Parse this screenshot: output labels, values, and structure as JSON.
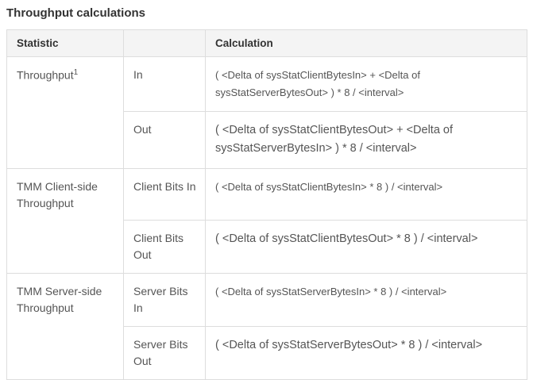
{
  "page": {
    "title": "Throughput calculations"
  },
  "table": {
    "headers": [
      "Statistic",
      "",
      "Calculation"
    ],
    "groups": [
      {
        "statistic": "Throughput",
        "statistic_sup": "1",
        "rows": [
          {
            "label": "In",
            "calculation": "( <Delta of sysStatClientBytesIn> + <Delta of sysStatServerBytesOut> ) * 8 / <interval>"
          },
          {
            "label": "Out",
            "calculation": "( <Delta of sysStatClientBytesOut> + <Delta of sysStatServerBytesIn> ) * 8 / <interval>"
          }
        ]
      },
      {
        "statistic": "TMM Client-side Throughput",
        "rows": [
          {
            "label": "Client Bits In",
            "calculation": "( <Delta of sysStatClientBytesIn> * 8 ) / <interval>"
          },
          {
            "label": "Client Bits Out",
            "calculation": "( <Delta of sysStatClientBytesOut> * 8 ) / <interval>"
          }
        ]
      },
      {
        "statistic": "TMM Server-side Throughput",
        "rows": [
          {
            "label": "Server Bits In",
            "calculation": "( <Delta of sysStatServerBytesIn> * 8 ) / <interval>"
          },
          {
            "label": "Server Bits Out",
            "calculation": "( <Delta of sysStatServerBytesOut> * 8 ) / <interval>"
          }
        ]
      }
    ]
  },
  "colors": {
    "header_bg": "#f4f4f4",
    "border": "#dddddd",
    "title_text": "#333333",
    "cell_text": "#555555"
  }
}
